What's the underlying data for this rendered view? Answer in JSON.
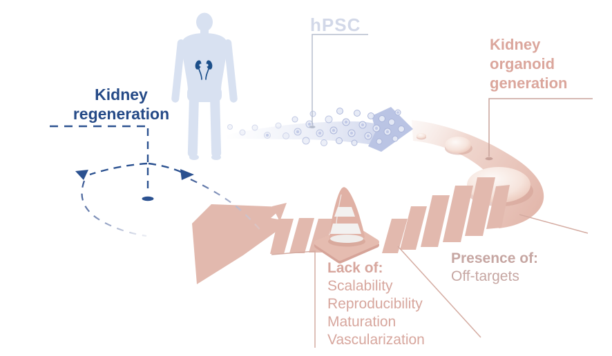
{
  "diagram": {
    "background": "#ffffff",
    "labels": {
      "kidney_regeneration": {
        "lines": [
          "Kidney",
          "regeneration"
        ],
        "color": "#254a87"
      },
      "hpsc": {
        "text": "hPSC",
        "color": "#d2d8e8"
      },
      "kidney_organoid_generation": {
        "lines": [
          "Kidney",
          "organoid",
          "generation"
        ],
        "color": "#dba69c"
      },
      "lack_of": {
        "heading": "Lack of:",
        "items": [
          "Scalability",
          "Reproducibility",
          "Maturation",
          "Vascularization"
        ],
        "color": "#d7a69d"
      },
      "presence_of": {
        "heading": "Presence of:",
        "items": [
          "Off-targets"
        ],
        "color": "#c6a6a2"
      }
    },
    "icons": {
      "human_figure": "human-silhouette-with-kidneys",
      "stem_cells": "stem-cell-dot-arrow",
      "organoids": "organoid-domes-on-curved-arrow",
      "traffic_cone": "traffic-cone-roadblock",
      "dashed_loop": "dashed-feedback-ellipse"
    },
    "colors": {
      "navy": "#254a87",
      "silhouette_blue": "#d8e1f1",
      "kidney_organ_blue": "#1c4f8a",
      "cell_blue": "#bcc6e6",
      "pink": "#e2b9ae",
      "pink_pale": "#f3e0da"
    }
  }
}
